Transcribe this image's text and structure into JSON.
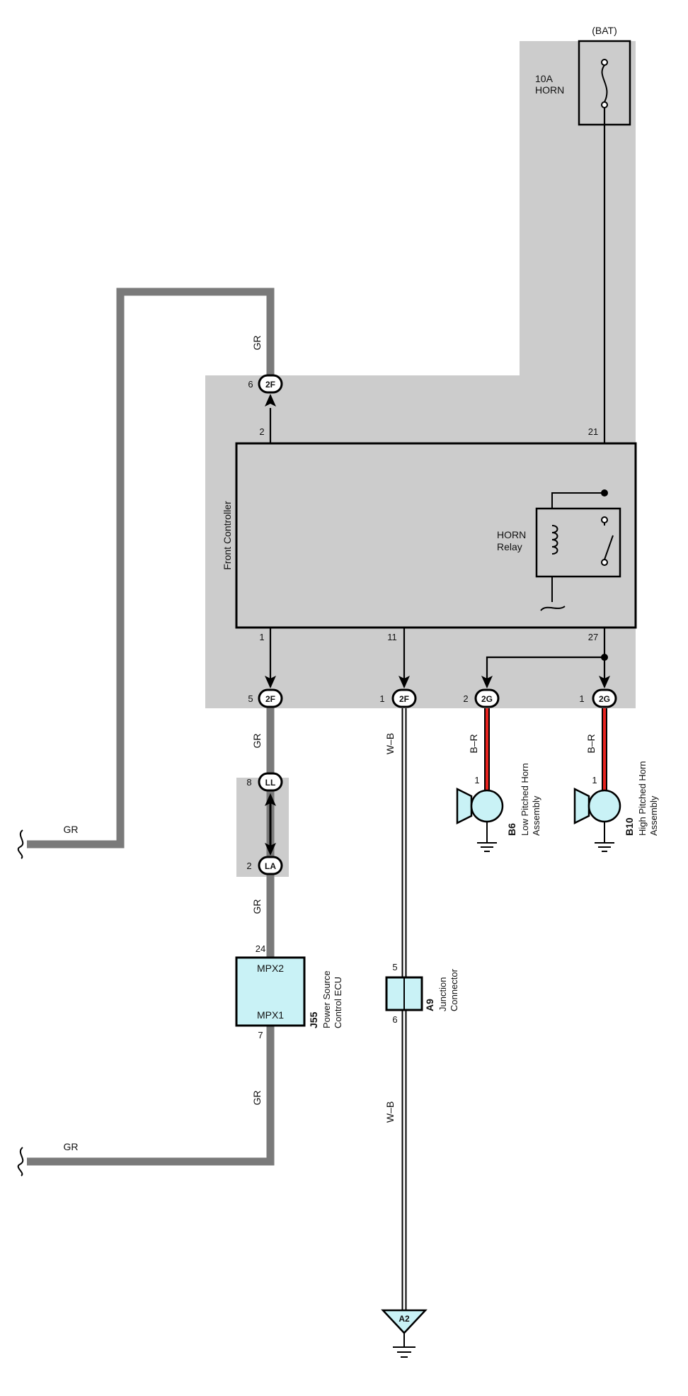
{
  "fuse": {
    "source": "(BAT)",
    "rating": "10A",
    "name": "HORN"
  },
  "controller": {
    "name": "Front Controller",
    "pins": {
      "p2": "2",
      "p21": "21",
      "p1": "1",
      "p11": "11",
      "p27": "27"
    }
  },
  "relay": {
    "line1": "HORN",
    "line2": "Relay"
  },
  "connectors": {
    "c2f_top": {
      "id": "2F",
      "pin": "6"
    },
    "c2f_left": {
      "id": "2F",
      "pin": "5"
    },
    "c2f_mid": {
      "id": "2F",
      "pin": "1"
    },
    "c2g_left": {
      "id": "2G",
      "pin": "2"
    },
    "c2g_right": {
      "id": "2G",
      "pin": "1"
    },
    "ll": {
      "id": "LL",
      "pin": "8"
    },
    "la": {
      "id": "LA",
      "pin": "2"
    },
    "a2": {
      "id": "A2"
    }
  },
  "wires": {
    "gr_top": "GR",
    "gr_mid": "GR",
    "gr_lower": "GR",
    "gr_bottom": "GR",
    "gr_left_upper": "GR",
    "gr_left_lower": "GR",
    "wb_upper": "W–B",
    "wb_lower": "W–B",
    "br_left": "B–R",
    "br_right": "B–R"
  },
  "horn_low": {
    "id": "B6",
    "name1": "Low Pitched Horn",
    "name2": "Assembly",
    "pin": "1"
  },
  "horn_high": {
    "id": "B10",
    "name1": "High Pitched Horn",
    "name2": "Assembly",
    "pin": "1"
  },
  "ecu": {
    "id": "J55",
    "name1": "Power Source",
    "name2": "Control ECU",
    "label_top": "MPX2",
    "label_bottom": "MPX1",
    "pin_top": "24",
    "pin_bottom": "7"
  },
  "junction": {
    "id": "A9",
    "name": "Junction",
    "name2": "Connector",
    "pin_top": "5",
    "pin_bottom": "6"
  },
  "colors": {
    "shade": "#cccccc",
    "gr_wire": "#7a7a7a",
    "component_fill": "#c9f2f6",
    "br_stripe": "#e8231f"
  }
}
